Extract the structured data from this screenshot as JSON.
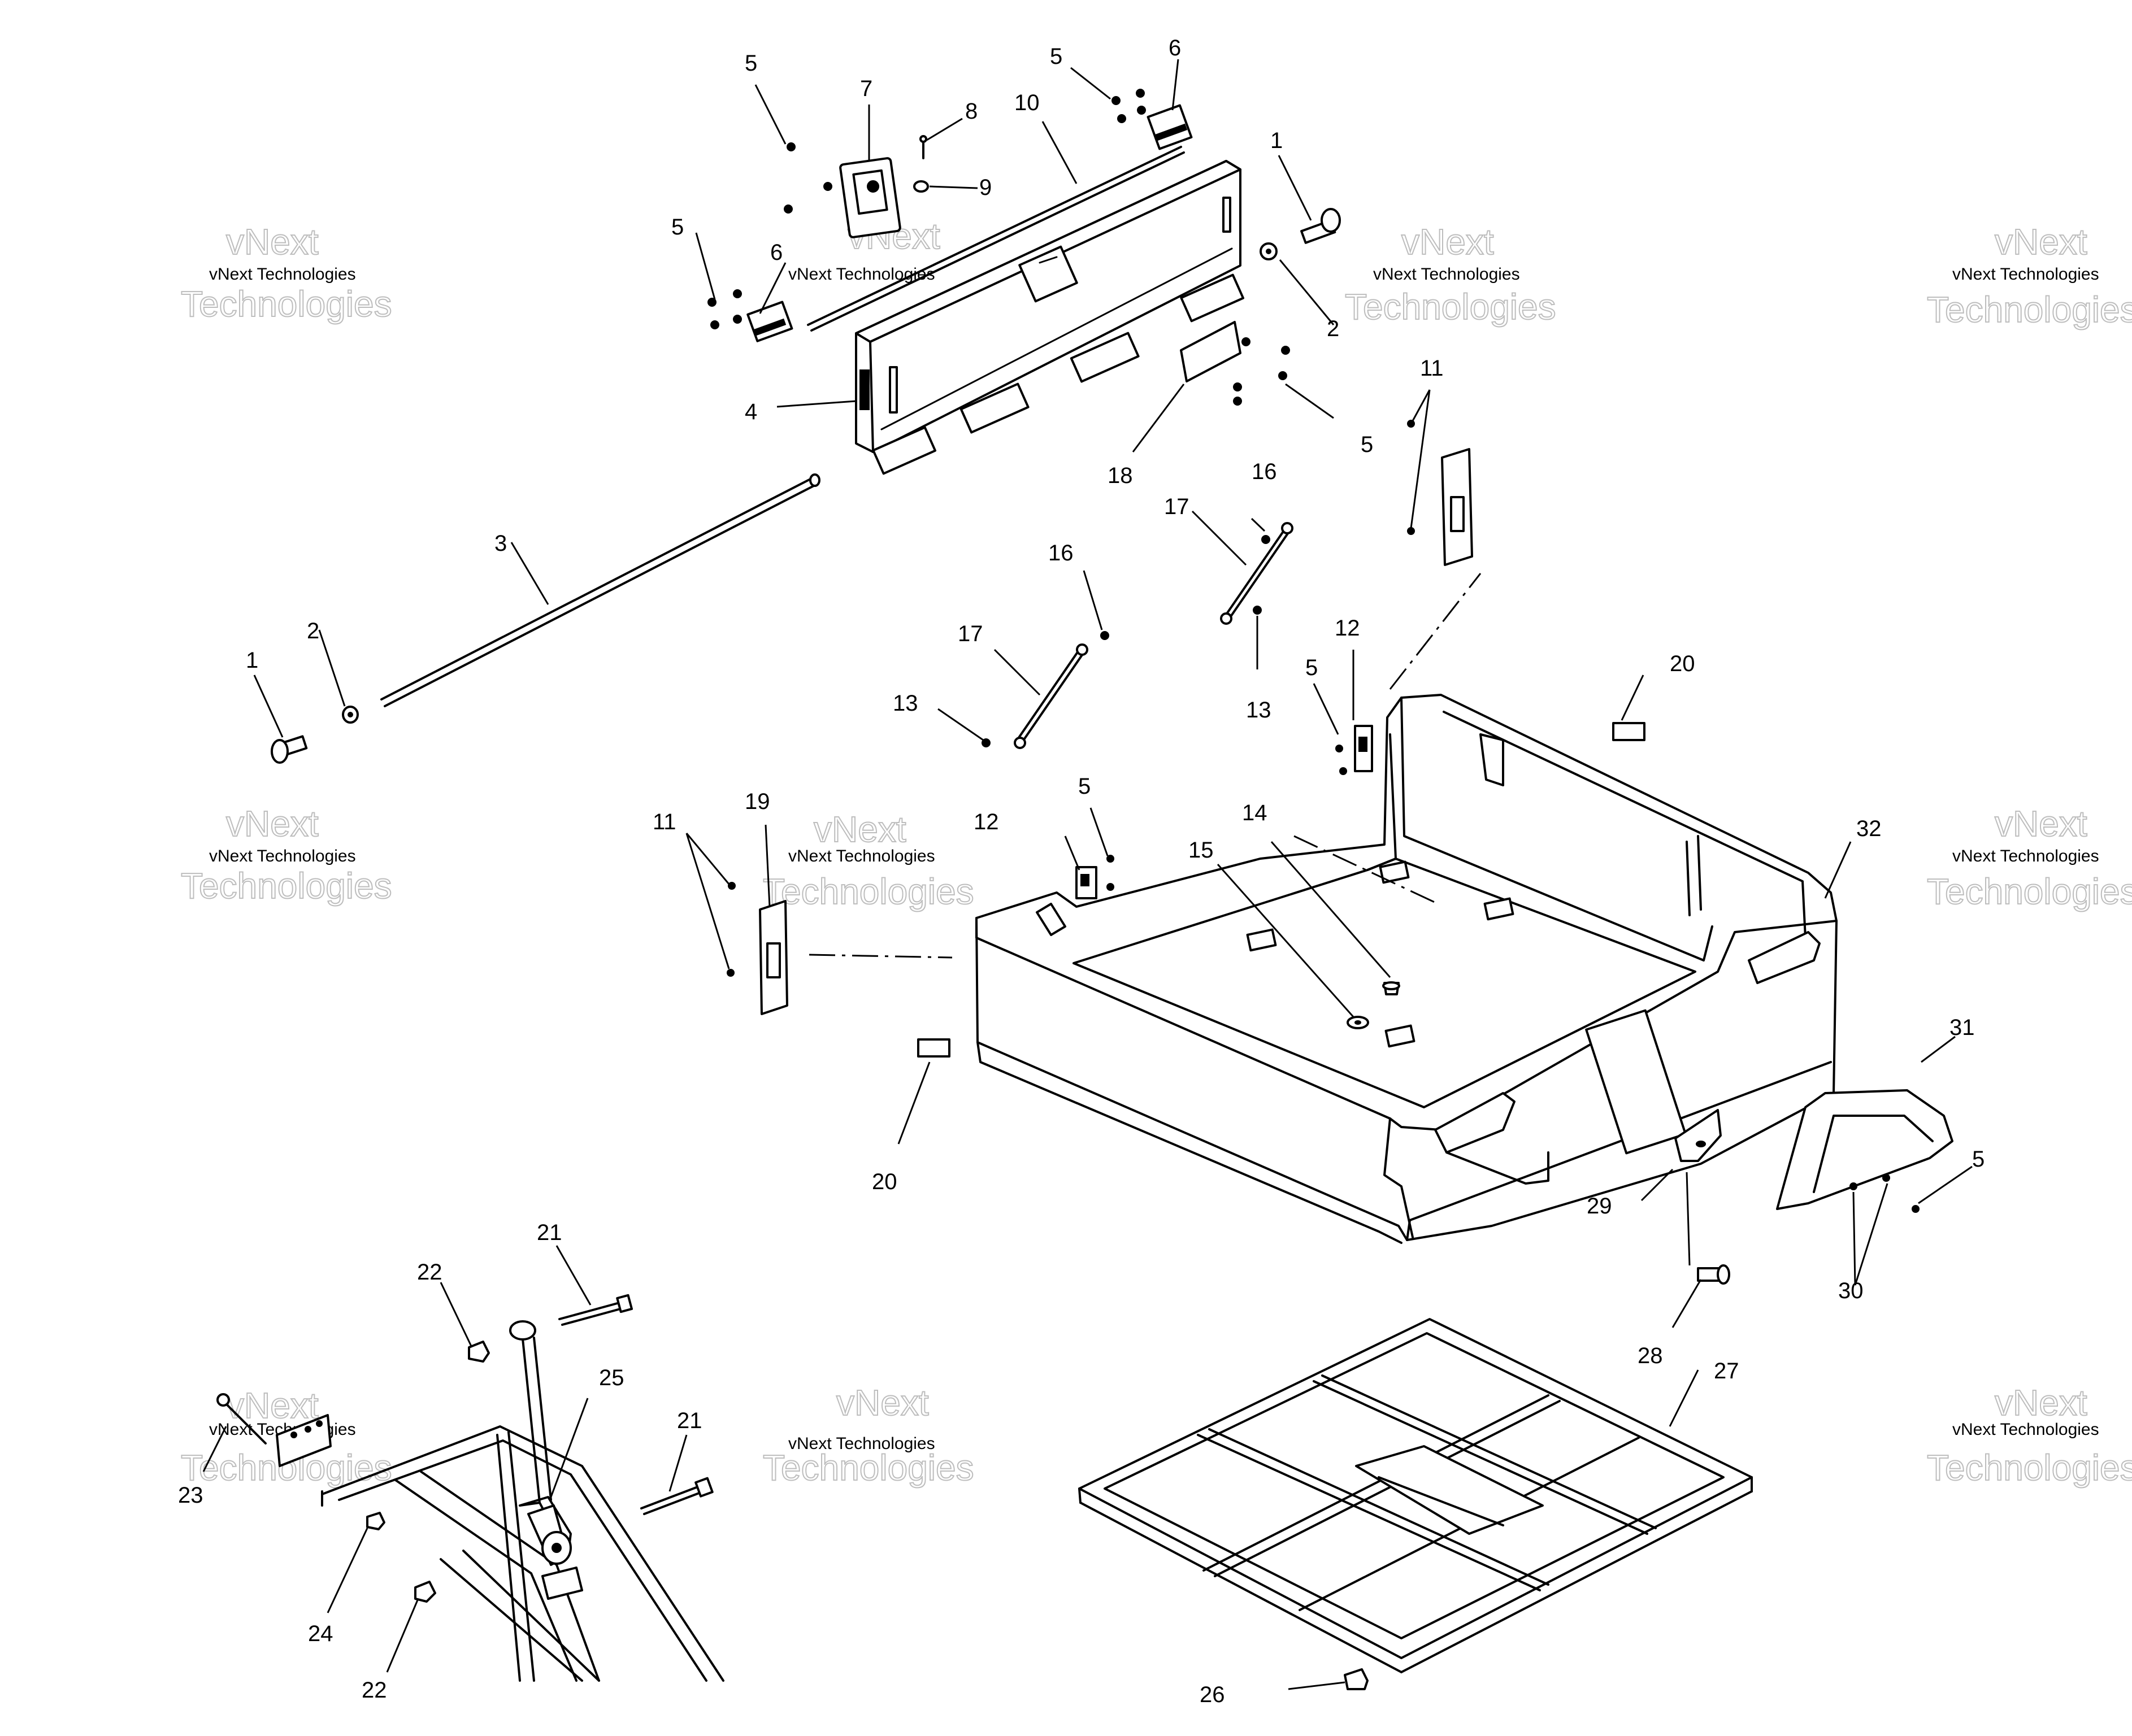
{
  "watermark": {
    "small": "vNext Technologies",
    "large_line1": "vNext",
    "large_line2": "Technologies"
  },
  "callouts": {
    "c1a": "1",
    "c1b": "1",
    "c2a": "2",
    "c2b": "2",
    "c3": "3",
    "c4": "4",
    "c5a": "5",
    "c5b": "5",
    "c5c": "5",
    "c5d": "5",
    "c5e": "5",
    "c5f": "5",
    "c5g": "5",
    "c6a": "6",
    "c6b": "6",
    "c7": "7",
    "c8": "8",
    "c9": "9",
    "c10": "10",
    "c11a": "11",
    "c11b": "11",
    "c12a": "12",
    "c12b": "12",
    "c13a": "13",
    "c13b": "13",
    "c14": "14",
    "c15": "15",
    "c16a": "16",
    "c16b": "16",
    "c17a": "17",
    "c17b": "17",
    "c18": "18",
    "c19": "19",
    "c20a": "20",
    "c20b": "20",
    "c21a": "21",
    "c21b": "21",
    "c22a": "22",
    "c22b": "22",
    "c23": "23",
    "c24": "24",
    "c25": "25",
    "c26": "26",
    "c27": "27",
    "c28": "28",
    "c29": "29",
    "c30": "30",
    "c31": "31",
    "c32": "32"
  }
}
